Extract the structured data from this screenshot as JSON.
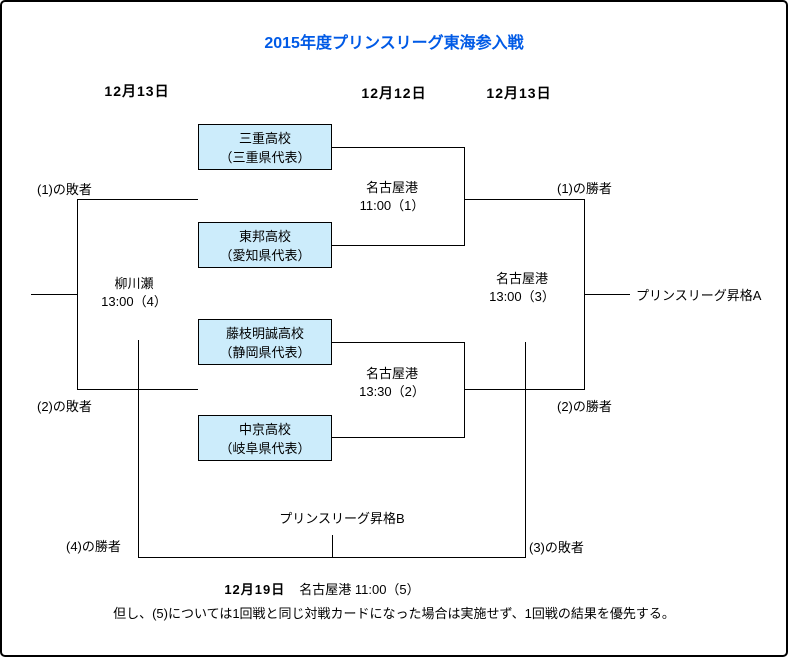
{
  "title": "2015年度プリンスリーグ東海参入戦",
  "date_headers": [
    {
      "label": "12月13日"
    },
    {
      "label": "12月12日"
    },
    {
      "label": "12月13日"
    }
  ],
  "teams": [
    {
      "name": "三重高校",
      "region": "（三重県代表）"
    },
    {
      "name": "東邦高校",
      "region": "（愛知県代表）"
    },
    {
      "name": "藤枝明誠高校",
      "region": "（静岡県代表）"
    },
    {
      "name": "中京高校",
      "region": "（岐阜県代表）"
    }
  ],
  "matches": [
    {
      "venue": "名古屋港",
      "time": "11:00（1）"
    },
    {
      "venue": "名古屋港",
      "time": "13:30（2）"
    },
    {
      "venue": "名古屋港",
      "time": "13:00（3）"
    },
    {
      "venue": "柳川瀬",
      "time": "13:00（4）"
    }
  ],
  "labels": {
    "loser1": "(1)の敗者",
    "loser2": "(2)の敗者",
    "winner1": "(1)の勝者",
    "winner2": "(2)の勝者",
    "winner4": "(4)の勝者",
    "loser3": "(3)の敗者",
    "promotion_a": "プリンスリーグ昇格A",
    "promotion_b": "プリンスリーグ昇格B"
  },
  "final_match": {
    "date": "12月19日",
    "details": "名古屋港 11:00（5）"
  },
  "note": "但し、(5)については1回戦と同じ対戦カードになった場合は実施せず、1回戦の結果を優先する。",
  "colors": {
    "title_blue": "#005AE6",
    "team_box_fill": "#CCECFB",
    "line_black": "#000000"
  }
}
